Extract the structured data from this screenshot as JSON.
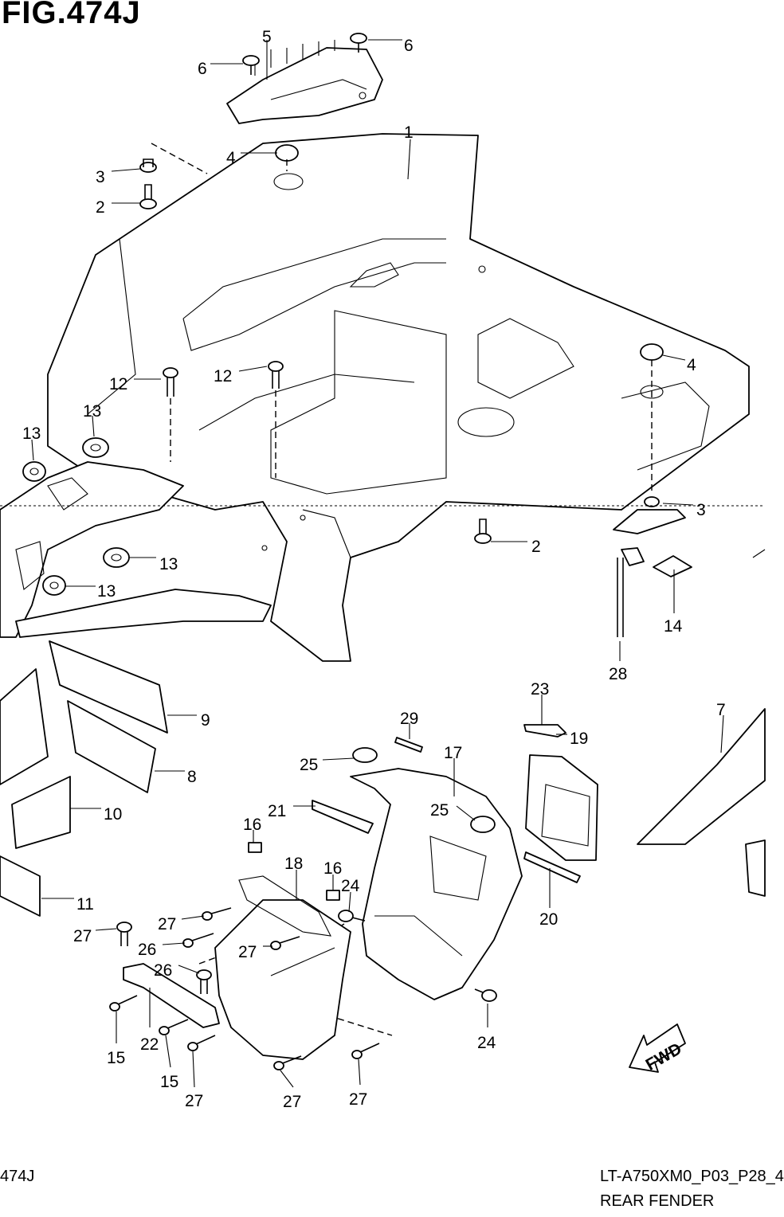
{
  "figure": {
    "title": "FIG.474J",
    "footer_left": "474J",
    "footer_code": "LT-A750XM0_P03_P28_4",
    "footer_name": "REAR FENDER",
    "direction_label": "FWD"
  },
  "callouts": [
    "5",
    "6",
    "6",
    "1",
    "4",
    "3",
    "2",
    "12",
    "12",
    "4",
    "13",
    "13",
    "13",
    "13",
    "2",
    "3",
    "14",
    "28",
    "9",
    "8",
    "10",
    "11",
    "23",
    "29",
    "19",
    "7",
    "25",
    "17",
    "21",
    "25",
    "16",
    "18",
    "16",
    "24",
    "20",
    "27",
    "26",
    "27",
    "27",
    "26",
    "22",
    "15",
    "15",
    "27",
    "27",
    "27",
    "24"
  ]
}
